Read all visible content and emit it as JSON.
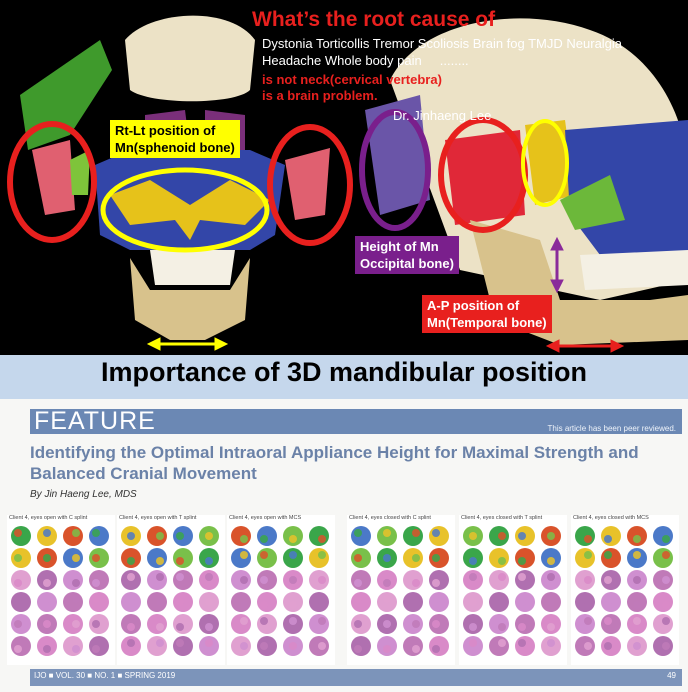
{
  "slide": {
    "heading": "What’s the root cause of",
    "conditions_line1": "Dystonia Torticollis Tremor Scoliosis Brain fog TMJD Neuralgia",
    "conditions_line2": "Headache Whole body pain     ........",
    "claim_line1": "is not neck(cervical vertebra)",
    "claim_line2": "is a brain problem.",
    "author": "Dr. Jinhaeng Lee",
    "label_sphenoid": [
      "Rt-Lt position of",
      "Mn(sphenoid bone)"
    ],
    "label_occipital": [
      "Height of Mn",
      "Occipital bone)"
    ],
    "label_temporal": [
      "A-P position of",
      "Mn(Temporal bone)"
    ],
    "banner": "Importance of 3D mandibular position"
  },
  "article": {
    "section": "FEATURE",
    "peer_note": "This article has been peer reviewed.",
    "title": "Identifying the Optimal Intraoral Appliance Height for Maximal Strength and Balanced Cranial Movement",
    "byline": "By Jin Haeng Lee, MDS",
    "panels": [
      "Client 4, eyes open with C splint",
      "Client 4, eyes open with T splint",
      "Client 4, eyes open with MCS",
      "Client 4, eyes closed with C splint",
      "Client 4, eyes closed with T splint",
      "Client 4, eyes closed with MCS"
    ],
    "footer": "IJO ■ VOL. 30 ■ NO. 1 ■ SPRING 2019",
    "page": "49"
  },
  "colors": {
    "heading_red": "#e8201e",
    "label_yellow": "#ffff00",
    "label_purple": "#7a1f8c",
    "label_red": "#e8201e",
    "banner_bg": "#c5d7ec",
    "feature_blue": "#6b88b4"
  }
}
